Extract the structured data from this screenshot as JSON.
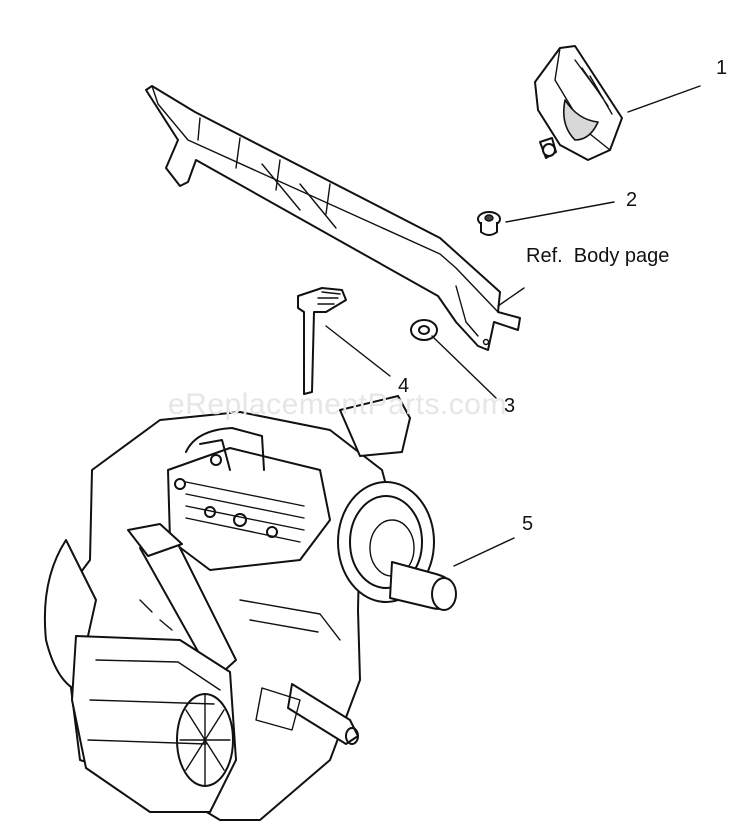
{
  "callouts": {
    "c1": "1",
    "c2": "2",
    "c3": "3",
    "c4": "4",
    "c5": "5"
  },
  "reference_note": "Ref.  Body page",
  "watermark": "eReplacementParts.com"
}
